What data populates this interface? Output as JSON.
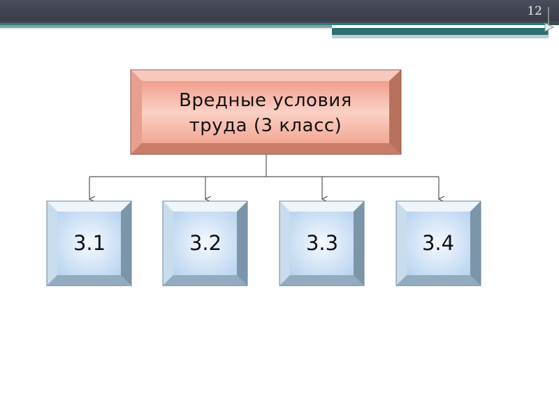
{
  "slide": {
    "number": "12"
  },
  "diagram": {
    "root": {
      "label": "Вредные  условия\nтруда (3 класс)"
    },
    "children": [
      {
        "label": "3.1"
      },
      {
        "label": "3.2"
      },
      {
        "label": "3.3"
      },
      {
        "label": "3.4"
      }
    ]
  },
  "colors": {
    "header": "#3f4250",
    "teal_stripe": "#2e7b7a",
    "root_face": "#f8b8a8",
    "root_bevel": "#d48572",
    "child_face": "#cfe2f5",
    "child_bevel": "#a8c3d8",
    "connector": "#555555"
  }
}
